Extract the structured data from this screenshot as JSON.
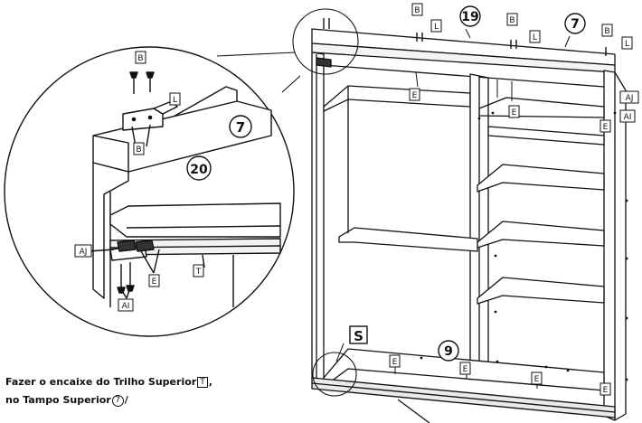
{
  "labels": {
    "B": "B",
    "L": "L",
    "E": "E",
    "AJ": "AJ",
    "AI": "AI",
    "T": "T",
    "S": "S"
  },
  "numbers": {
    "n19": "19",
    "n7": "7",
    "n20": "20",
    "n9": "9"
  },
  "caption": {
    "line1_prefix": "Fazer o encaixe do Trilho Superior",
    "line1_box": "T",
    "line1_suffix": ",",
    "line2_prefix": "no Tampo Superior",
    "line2_circle": "7",
    "line2_suffix": "/"
  }
}
